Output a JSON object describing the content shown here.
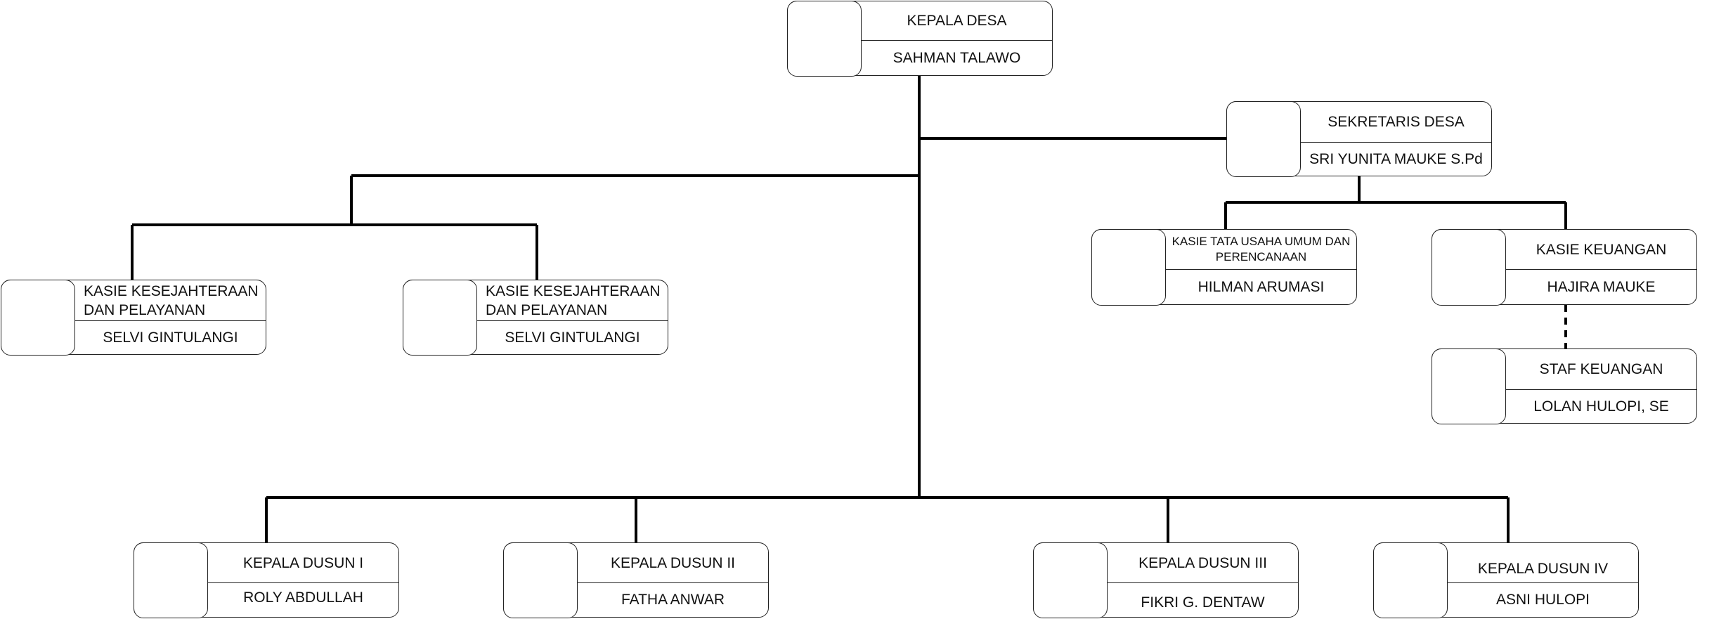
{
  "org_chart": {
    "nodes": [
      {
        "id": "kepala-desa",
        "title": "KEPALA DESA",
        "name": "SAHMAN TALAWO"
      },
      {
        "id": "sekretaris-desa",
        "title": "SEKRETARIS DESA",
        "name": "SRI YUNITA MAUKE S.Pd"
      },
      {
        "id": "kasie-kesejahteraan-1",
        "title": "KASIE KESEJAHTERAAN DAN PELAYANAN",
        "name": "SELVI GINTULANGI"
      },
      {
        "id": "kasie-kesejahteraan-2",
        "title": "KASIE KESEJAHTERAAN DAN PELAYANAN",
        "name": "SELVI GINTULANGI"
      },
      {
        "id": "kasie-tata-usaha",
        "title": "KASIE TATA USAHA UMUM DAN PERENCANAAN",
        "name": "HILMAN ARUMASI"
      },
      {
        "id": "kasie-keuangan",
        "title": "KASIE KEUANGAN",
        "name": "HAJIRA MAUKE"
      },
      {
        "id": "staf-keuangan",
        "title": "STAF KEUANGAN",
        "name": "LOLAN HULOPI, SE"
      },
      {
        "id": "kepala-dusun-1",
        "title": "KEPALA DUSUN I",
        "name": "ROLY ABDULLAH"
      },
      {
        "id": "kepala-dusun-2",
        "title": "KEPALA DUSUN II",
        "name": "FATHA ANWAR"
      },
      {
        "id": "kepala-dusun-3",
        "title": "KEPALA DUSUN III",
        "name": "FIKRI G. DENTAW"
      },
      {
        "id": "kepala-dusun-4",
        "title": "KEPALA DUSUN IV",
        "name": "ASNI HULOPI"
      }
    ],
    "edges": [
      {
        "from": "kepala-desa",
        "to": "sekretaris-desa",
        "style": "solid"
      },
      {
        "from": "kepala-desa",
        "to": "kasie-kesejahteraan-1",
        "style": "solid"
      },
      {
        "from": "kepala-desa",
        "to": "kasie-kesejahteraan-2",
        "style": "solid"
      },
      {
        "from": "kepala-desa",
        "to": "kepala-dusun-1",
        "style": "solid"
      },
      {
        "from": "kepala-desa",
        "to": "kepala-dusun-2",
        "style": "solid"
      },
      {
        "from": "kepala-desa",
        "to": "kepala-dusun-3",
        "style": "solid"
      },
      {
        "from": "kepala-desa",
        "to": "kepala-dusun-4",
        "style": "solid"
      },
      {
        "from": "sekretaris-desa",
        "to": "kasie-tata-usaha",
        "style": "solid"
      },
      {
        "from": "sekretaris-desa",
        "to": "kasie-keuangan",
        "style": "solid"
      },
      {
        "from": "kasie-keuangan",
        "to": "staf-keuangan",
        "style": "dashed"
      }
    ]
  }
}
